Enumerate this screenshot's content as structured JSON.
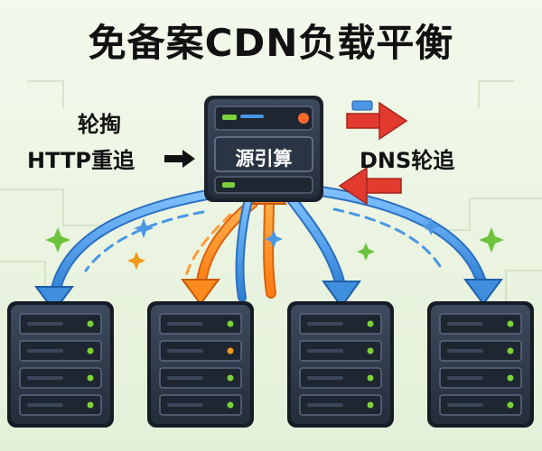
{
  "title": "免备案CDN负载平衡",
  "left_label_line1": "轮掏",
  "left_label_line2": "HTTP重追",
  "right_label": "DNS轮追",
  "central_server_label": "源引算",
  "colors": {
    "background": "#eef6e6",
    "server_dark": "#2f3a4a",
    "blue_arrow": "#3f8fde",
    "orange_arrow": "#ff8a1e",
    "red_arrow": "#e23a2f",
    "status_green": "#7cd13b",
    "status_orange": "#f39a1c"
  },
  "servers": [
    {
      "status": "green"
    },
    {
      "status": "orange"
    },
    {
      "status": "green"
    },
    {
      "status": "green"
    }
  ]
}
